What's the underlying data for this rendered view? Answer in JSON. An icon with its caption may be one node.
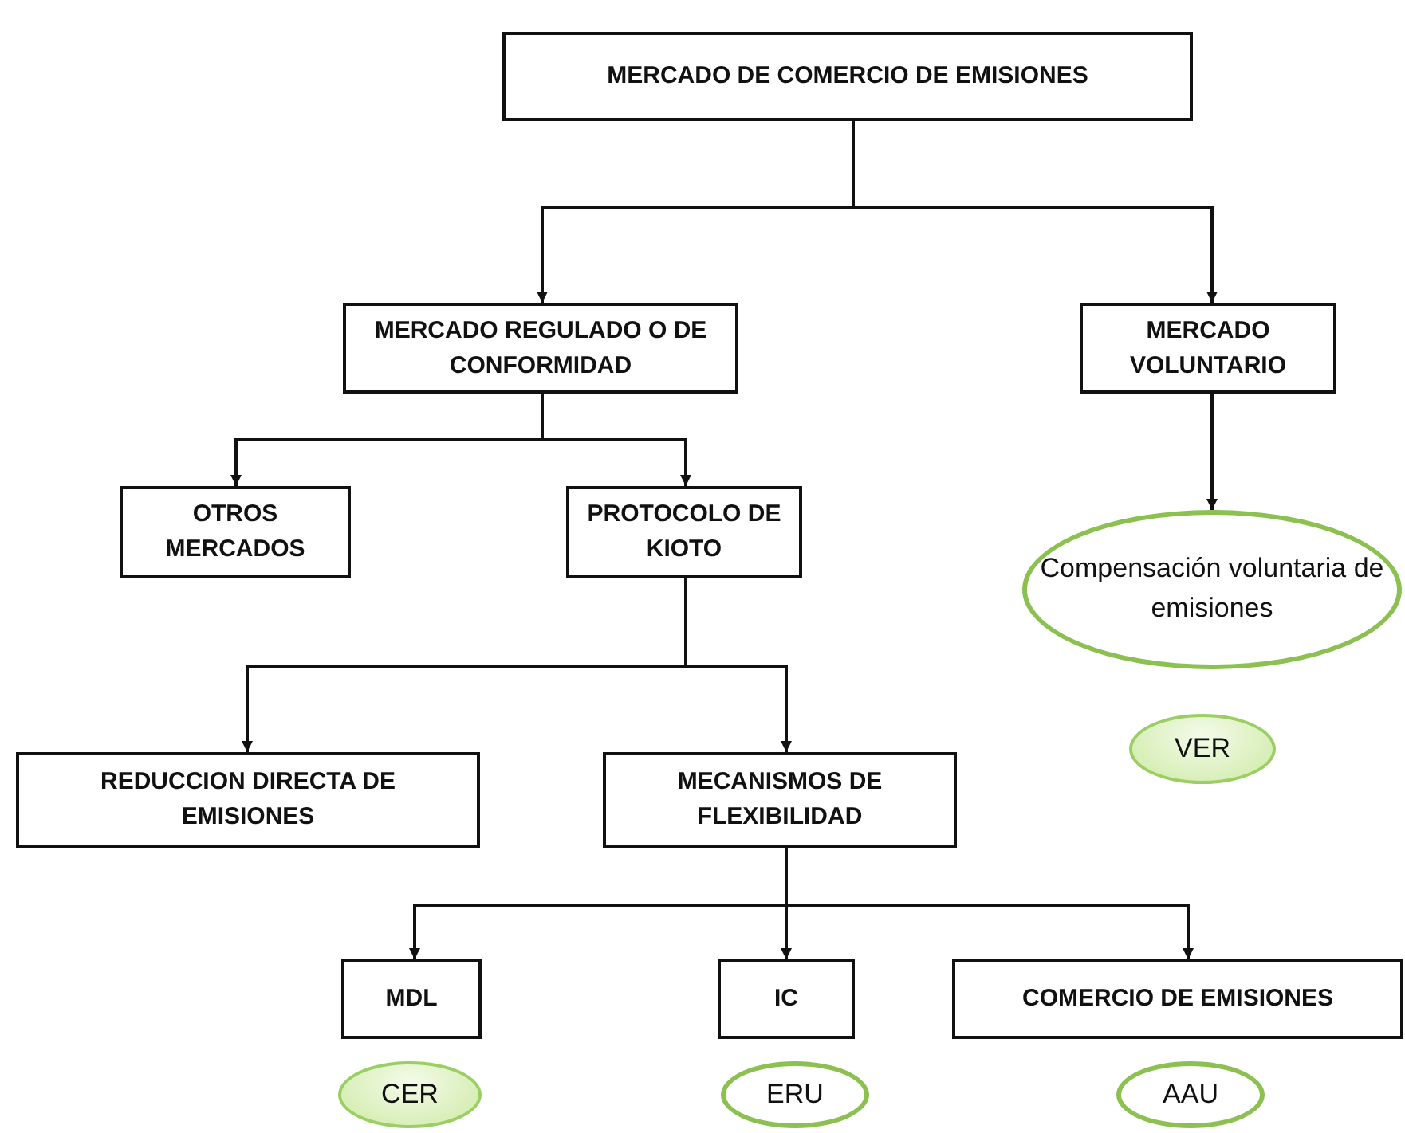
{
  "diagram": {
    "nodes": [
      {
        "text": [
          "MERCADO DE COMERCIO DE EMISIONES"
        ]
      },
      {
        "text": [
          "MERCADO REGULADO O DE CONFORMIDAD"
        ]
      },
      {
        "text": [
          "MERCADO VOLUNTARIO"
        ]
      },
      {
        "text": [
          "OTROS MERCADOS"
        ]
      },
      {
        "text": [
          "PROTOCOLO DE KIOTO"
        ]
      },
      {
        "text": [
          "Compensación voluntaria de emisiones"
        ]
      },
      {
        "text": [
          "VER"
        ]
      },
      {
        "text": [
          "REDUCCION DIRECTA DE EMISIONES"
        ]
      },
      {
        "text": [
          "MECANISMOS DE FLEXIBILIDAD"
        ]
      },
      {
        "text": [
          "MDL"
        ]
      },
      {
        "text": [
          "IC"
        ]
      },
      {
        "text": [
          "COMERCIO DE EMISIONES"
        ]
      },
      {
        "text": [
          "CER"
        ]
      },
      {
        "text": [
          "ERU"
        ]
      },
      {
        "text": [
          "AAU"
        ]
      }
    ],
    "edges": [
      {
        "from": 0,
        "to": 1,
        "arrow": "to"
      },
      {
        "from": 0,
        "to": 2,
        "arrow": "to"
      },
      {
        "from": 1,
        "to": 3,
        "arrow": "to"
      },
      {
        "from": 1,
        "to": 4,
        "arrow": "to"
      },
      {
        "from": 2,
        "to": 5,
        "arrow": "to"
      },
      {
        "from": 4,
        "to": 7,
        "arrow": "to"
      },
      {
        "from": 4,
        "to": 8,
        "arrow": "to"
      },
      {
        "from": 8,
        "to": 9,
        "arrow": "to"
      },
      {
        "from": 8,
        "to": 10,
        "arrow": "to"
      },
      {
        "from": 8,
        "to": 11,
        "arrow": "to"
      }
    ]
  }
}
